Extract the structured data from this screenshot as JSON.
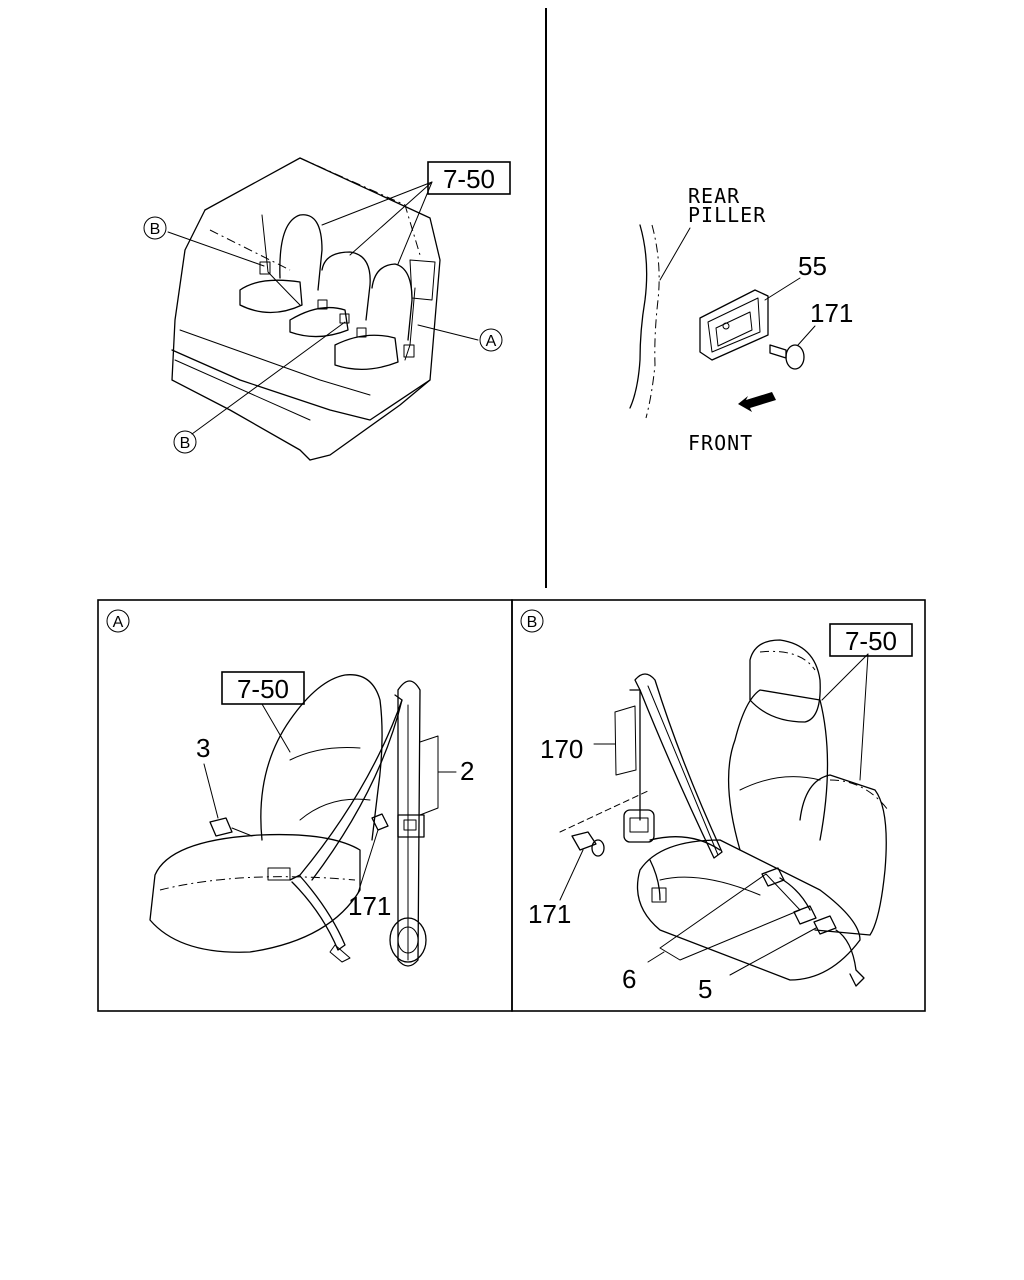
{
  "overview": {
    "ref_label": "7-50",
    "callout_a": "A",
    "callout_b_upper": "B",
    "callout_b_lower": "B"
  },
  "pillar_view": {
    "rear_label_line1": "REAR",
    "rear_label_line2": "PILLER",
    "part_55": "55",
    "part_171": "171",
    "front_label": "FRONT"
  },
  "detail_a": {
    "marker": "A",
    "ref_label": "7-50",
    "part_3": "3",
    "part_2": "2",
    "part_171": "171"
  },
  "detail_b": {
    "marker": "B",
    "ref_label": "7-50",
    "part_170": "170",
    "part_171": "171",
    "part_6": "6",
    "part_5": "5"
  }
}
